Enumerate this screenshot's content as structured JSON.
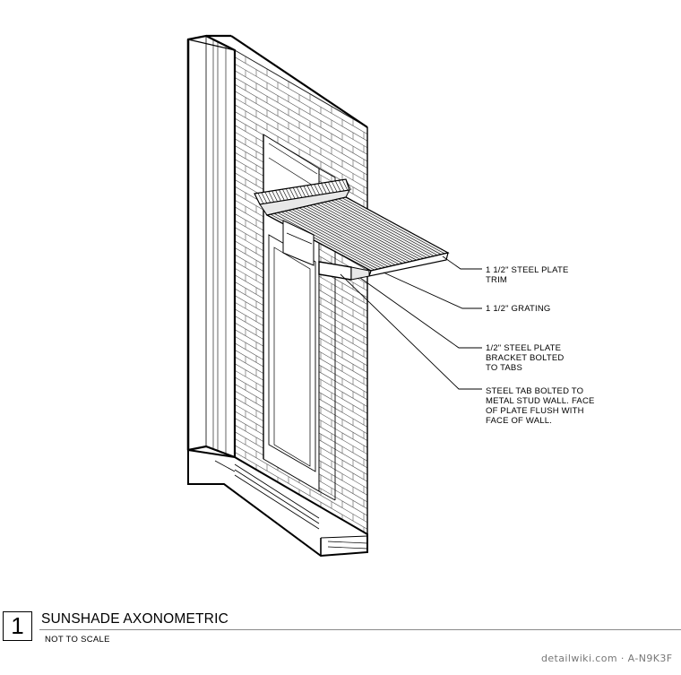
{
  "callouts": {
    "trim": "1 1/2\" STEEL PLATE\nTRIM",
    "grating": "1 1/2\" GRATING",
    "bracket": "1/2\" STEEL PLATE\nBRACKET BOLTED\nTO TABS",
    "tab": "STEEL TAB BOLTED TO\nMETAL STUD WALL. FACE\nOF PLATE FLUSH WITH\nFACE OF WALL."
  },
  "title_block": {
    "number": "1",
    "title": "SUNSHADE AXONOMETRIC",
    "scale": "NOT TO SCALE"
  },
  "watermark": "detailwiki.com · A-N9K3F"
}
